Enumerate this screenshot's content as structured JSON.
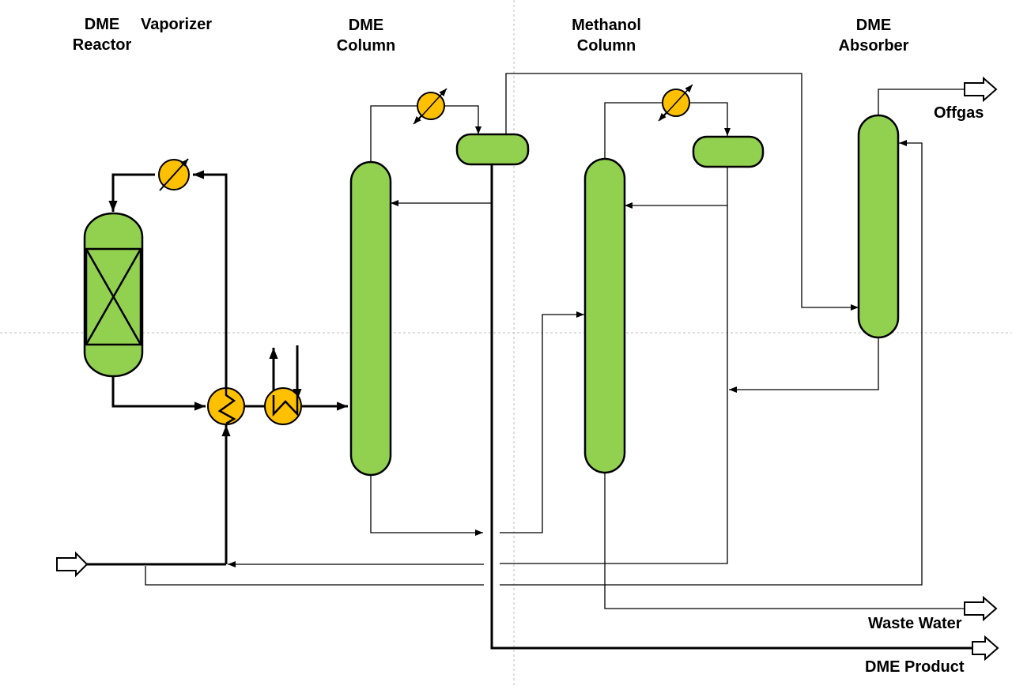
{
  "labels": {
    "dme_reactor": [
      "DME",
      "Reactor"
    ],
    "vaporizer": "Vaporizer",
    "dme_column": [
      "DME",
      "Column"
    ],
    "methanol_column": [
      "Methanol",
      "Column"
    ],
    "dme_absorber": [
      "DME",
      "Absorber"
    ],
    "offgas": "Offgas",
    "waste_water": "Waste Water",
    "dme_product": "DME Product"
  },
  "colors": {
    "vessel_fill": "#92d050",
    "exchanger_fill": "#ffc000",
    "line": "#000000",
    "guide": "#bfbfbf"
  }
}
